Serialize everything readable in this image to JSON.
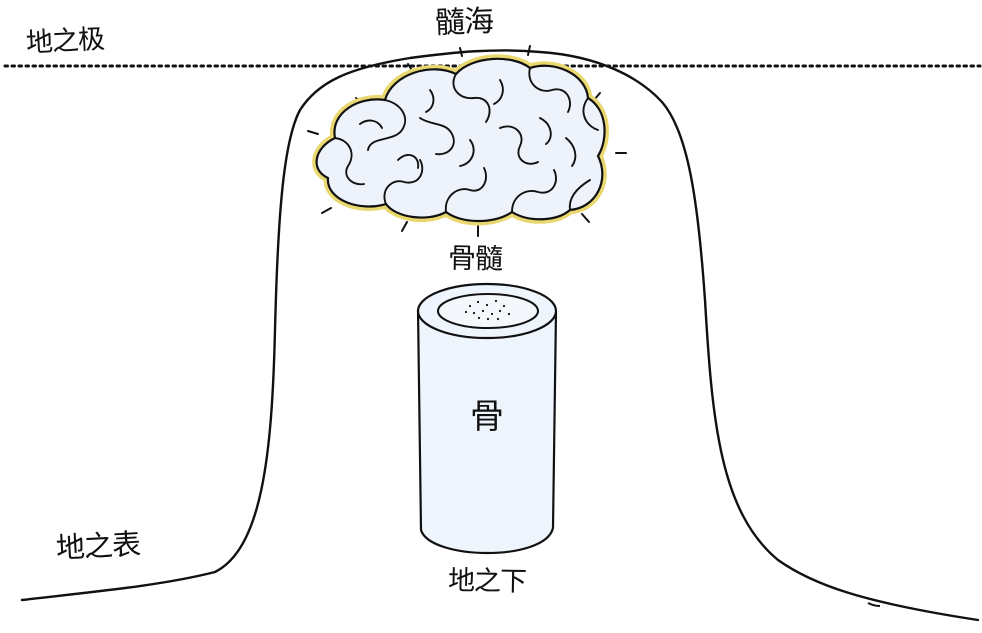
{
  "labels": {
    "top": "髓海",
    "limit": "地之极",
    "surface": "地之表",
    "under": "地之下",
    "marrow": "骨髓",
    "bone": "骨"
  },
  "colors": {
    "ink": "#111111",
    "brain_fill": "#eef3fb",
    "brain_glow": "#f6eda0",
    "bone_fill": "#eef5fc"
  }
}
